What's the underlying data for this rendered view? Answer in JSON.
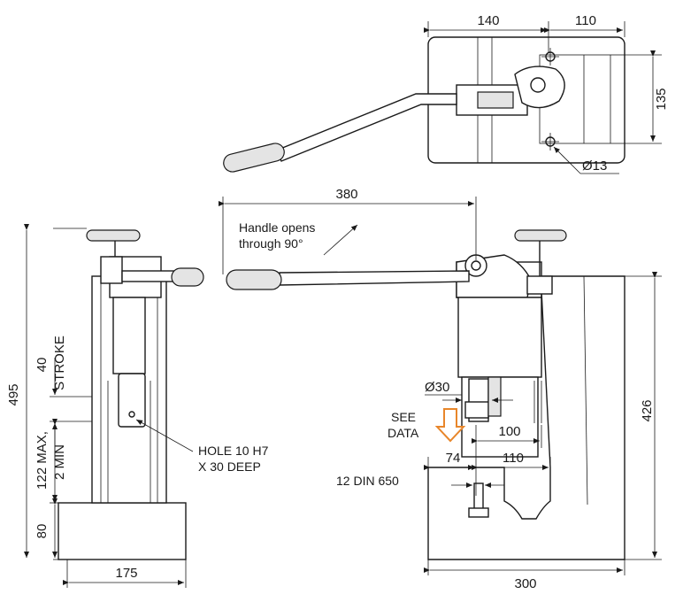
{
  "dimensions": {
    "top_140": "140",
    "top_110": "110",
    "top_135": "135",
    "hole_dia_13": "Ø13",
    "handle_380": "380",
    "height_495": "495",
    "stroke_40": "40",
    "stroke_label": "STROKE",
    "range_122": "122 MAX,",
    "range_2": "2 MIN",
    "base_80": "80",
    "width_175": "175",
    "ram_dia_30": "Ø30",
    "throat_100": "100",
    "offset_74": "74",
    "offset_110": "110",
    "slot_label": "12 DIN 650",
    "height_426": "426",
    "width_300": "300"
  },
  "notes": {
    "handle_line1": "Handle opens",
    "handle_line2": "through 90°",
    "see_line1": "SEE",
    "see_line2": "DATA",
    "hole_line1": "HOLE 10 H7",
    "hole_line2": "X 30 DEEP"
  },
  "colors": {
    "arrow": "#e8862a"
  }
}
